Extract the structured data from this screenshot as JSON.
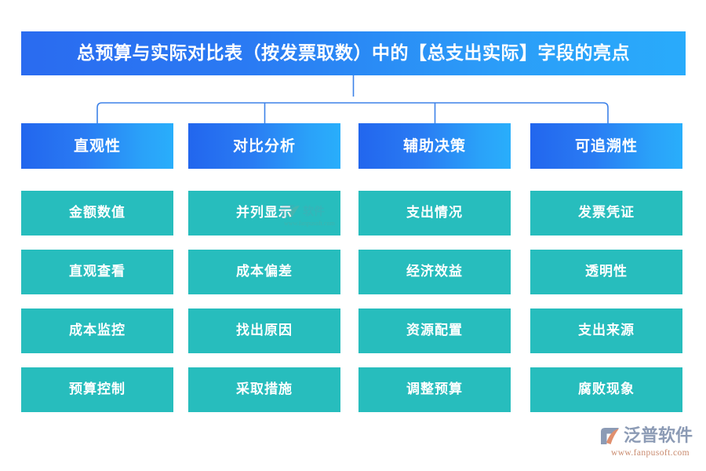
{
  "title": {
    "text": "总预算与实际对比表（按发票取数）中的【总支出实际】字段的亮点"
  },
  "colors": {
    "title_gradient_start": "#2a6bf0",
    "title_gradient_end": "#29abfb",
    "header_gradient_start": "#2266ee",
    "header_gradient_end": "#29aefb",
    "cell_fill": "#27bdbd",
    "connector_line": "#3d82e8",
    "background": "#ffffff",
    "brand_text": "#8c9bb5",
    "brand_url": "#c98a6e"
  },
  "columns": [
    {
      "header": "直观性",
      "cells": [
        "金额数值",
        "直观查看",
        "成本监控",
        "预算控制"
      ]
    },
    {
      "header": "对比分析",
      "cells": [
        "并列显示",
        "成本偏差",
        "找出原因",
        "采取措施"
      ]
    },
    {
      "header": "辅助决策",
      "cells": [
        "支出情况",
        "经济效益",
        "资源配置",
        "调整预算"
      ]
    },
    {
      "header": "可追溯性",
      "cells": [
        "发票凭证",
        "透明性",
        "支出来源",
        "腐败现象"
      ]
    }
  ],
  "brand": {
    "name": "泛普软件",
    "url": "www.fanpusoft.com",
    "mark": "fanpu-logo-icon"
  }
}
